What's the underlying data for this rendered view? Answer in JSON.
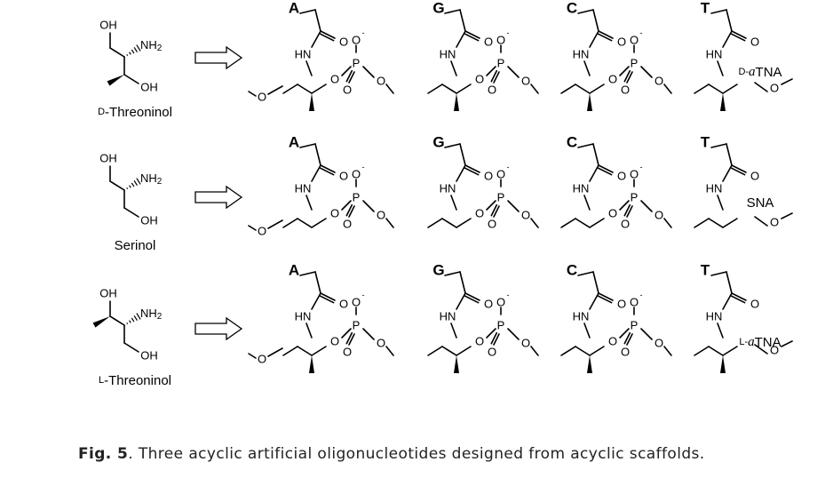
{
  "rows": [
    {
      "monomer": {
        "name_prefix": "D",
        "name_rest": "-Threoninol",
        "atoms": [
          "OH",
          "NH2",
          "OH"
        ]
      },
      "oligomer": {
        "label_prefix": "D-",
        "label_italic": "a",
        "label_rest": "TNA",
        "bases": [
          "A",
          "G",
          "C",
          "T"
        ]
      }
    },
    {
      "monomer": {
        "name_prefix": "",
        "name_rest": "Serinol",
        "atoms": [
          "OH",
          "NH2",
          "OH"
        ]
      },
      "oligomer": {
        "label_prefix": "",
        "label_italic": "",
        "label_rest": "SNA",
        "bases": [
          "A",
          "G",
          "C",
          "T"
        ]
      }
    },
    {
      "monomer": {
        "name_prefix": "L",
        "name_rest": "-Threoninol",
        "atoms": [
          "OH",
          "NH2",
          "OH"
        ]
      },
      "oligomer": {
        "label_prefix": "L-",
        "label_italic": "a",
        "label_rest": "TNA",
        "bases": [
          "A",
          "G",
          "C",
          "T"
        ]
      }
    }
  ],
  "atoms": {
    "nh": "HN",
    "o": "O",
    "p": "P",
    "o_minus": "-",
    "nh2_sub": "2"
  },
  "caption": {
    "label": "Fig. 5",
    "text": ". Three acyclic artificial oligonucleotides designed from acyclic scaffolds."
  }
}
